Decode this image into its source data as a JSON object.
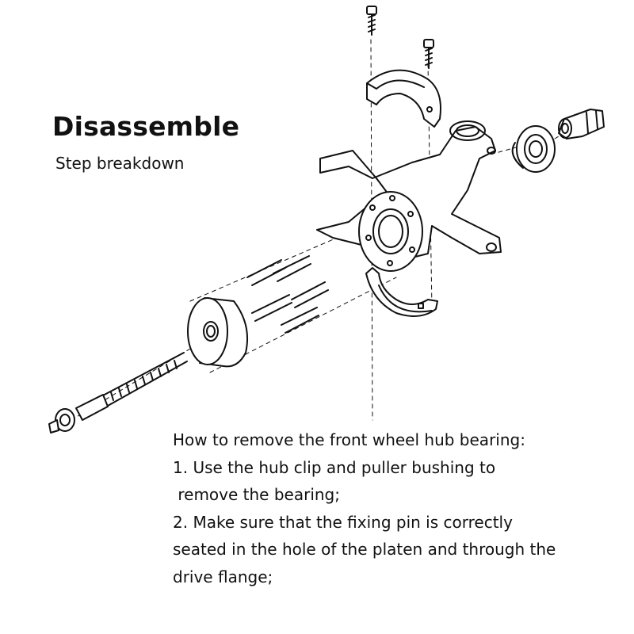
{
  "header": {
    "title": "Disassemble",
    "subtitle": "Step breakdown"
  },
  "instructions": {
    "lines": [
      "How to remove the front wheel hub bearing:",
      "1. Use the hub clip and puller bushing to",
      " remove the bearing;",
      "2. Make sure that the fixing pin is correctly",
      "seated in the hole of the platen and through the",
      "drive flange;"
    ]
  },
  "colors": {
    "line": "#111111",
    "background": "#ffffff"
  },
  "icons": {
    "parts": [
      "bolt-icon",
      "half-clamp-icon",
      "steering-knuckle-icon",
      "bearing-icon",
      "nut-icon",
      "pin-icon",
      "puller-disc-icon",
      "threaded-spindle-icon"
    ]
  }
}
